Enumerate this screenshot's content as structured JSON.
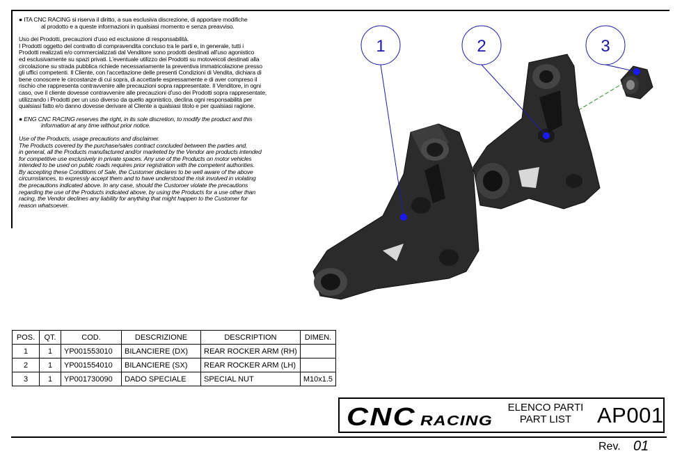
{
  "disclaimer": {
    "ita_heading_1": "ITA  CNC RACING si riserva il diritto, a sua esclusiva discrezione, di apportare modifiche",
    "ita_heading_2": "al prodotto e a queste informazioni in qualsiasi momento e senza preavviso.",
    "ita_lines": [
      "Uso dei Prodotti, precauzioni d'uso ed esclusione di responsabilità.",
      "I Prodotti oggetto del contratto di compravendita concluso tra le parti e, in generale, tutti i",
      "Prodotti realizzati e/o commercializzati dal Venditore sono prodotti destinati all'uso agonistico",
      "ed esclusivamente su spazi privati. L'eventuale utilizzo dei Prodotti su motoveicoli destinati alla",
      "circolazione su strada pubblica richiede necessariamente la preventiva immatricolazione presso",
      "gli uffici competenti. Il Cliente, con l'accettazione delle presenti Condizioni di Vendita, dichiara di",
      "bene conoscere le circostanze di cui sopra, di accettarle espressamente e di aver compreso il",
      "rischio che rappresenta contravvenire alle precauzioni sopra rappresentate. Il Venditore, in ogni",
      "caso, ove il cliente dovesse contravvenire alle precauzioni d'uso dei Prodotti sopra rappresentate,",
      "utilizzando i Prodotti per un uso diverso da quello agonistico, declina ogni responsabilità per",
      "qualsiasi fatto e/o danno dovesse derivare al Cliente a qualsiasi titolo e per qualsiasi ragione."
    ],
    "eng_heading_1": "ENG  CNC RACING reserves the right, in its sole discretion, to modify the product and this",
    "eng_heading_2": "information at any time without prior notice.",
    "eng_lines": [
      "Use of the Products, usage precautions and disclaimer.",
      "The Products covered by the purchase/sales contract concluded between the parties and,",
      "in general, all the Products manufactured and/or marketed by the Vendor are products intended",
      "for competitive use exclusively in private spaces. Any use of the Products on motor vehicles",
      "intended to be used on public roads requires prior registration with the competent authorities.",
      "By accepting these Conditions of Sale, the Customer declares to be well aware of the above",
      "circumstances, to expressly accept them and to have understood the risk involved in violating",
      "the precautions indicated above. In any case, should the Customer violate the precautions",
      "regarding the use of the Products indicated above, by using the Products for a use other than",
      "racing, the Vendor declines any liability for anything that might happen to the Customer for",
      "reason whatsoever."
    ]
  },
  "balloons": [
    "1",
    "2",
    "3"
  ],
  "parts_table": {
    "headers": [
      "POS.",
      "QT.",
      "COD.",
      "DESCRIZIONE",
      "DESCRIPTION",
      "DIMEN."
    ],
    "rows": [
      [
        "1",
        "1",
        "YP001553010",
        "BILANCIERE (DX)",
        "REAR ROCKER ARM (RH)",
        ""
      ],
      [
        "2",
        "1",
        "YP001554010",
        "BILANCIERE (SX)",
        "REAR ROCKER ARM (LH)",
        ""
      ],
      [
        "3",
        "1",
        "YP001730090",
        "DADO SPECIALE",
        "SPECIAL NUT",
        "M10x1.5"
      ]
    ]
  },
  "title_block": {
    "logo_main": "CNC",
    "logo_sub": "RACING",
    "list_it": "ELENCO PARTI",
    "list_en": "PART LIST",
    "doc_code": "AP001",
    "rev_label": "Rev.",
    "rev_number": "01"
  },
  "colors": {
    "balloon": "#1a1aa8",
    "leader_dot": "#1a1aee",
    "axis_line": "#2a8a2a",
    "part_fill": "#2b2b2b"
  }
}
